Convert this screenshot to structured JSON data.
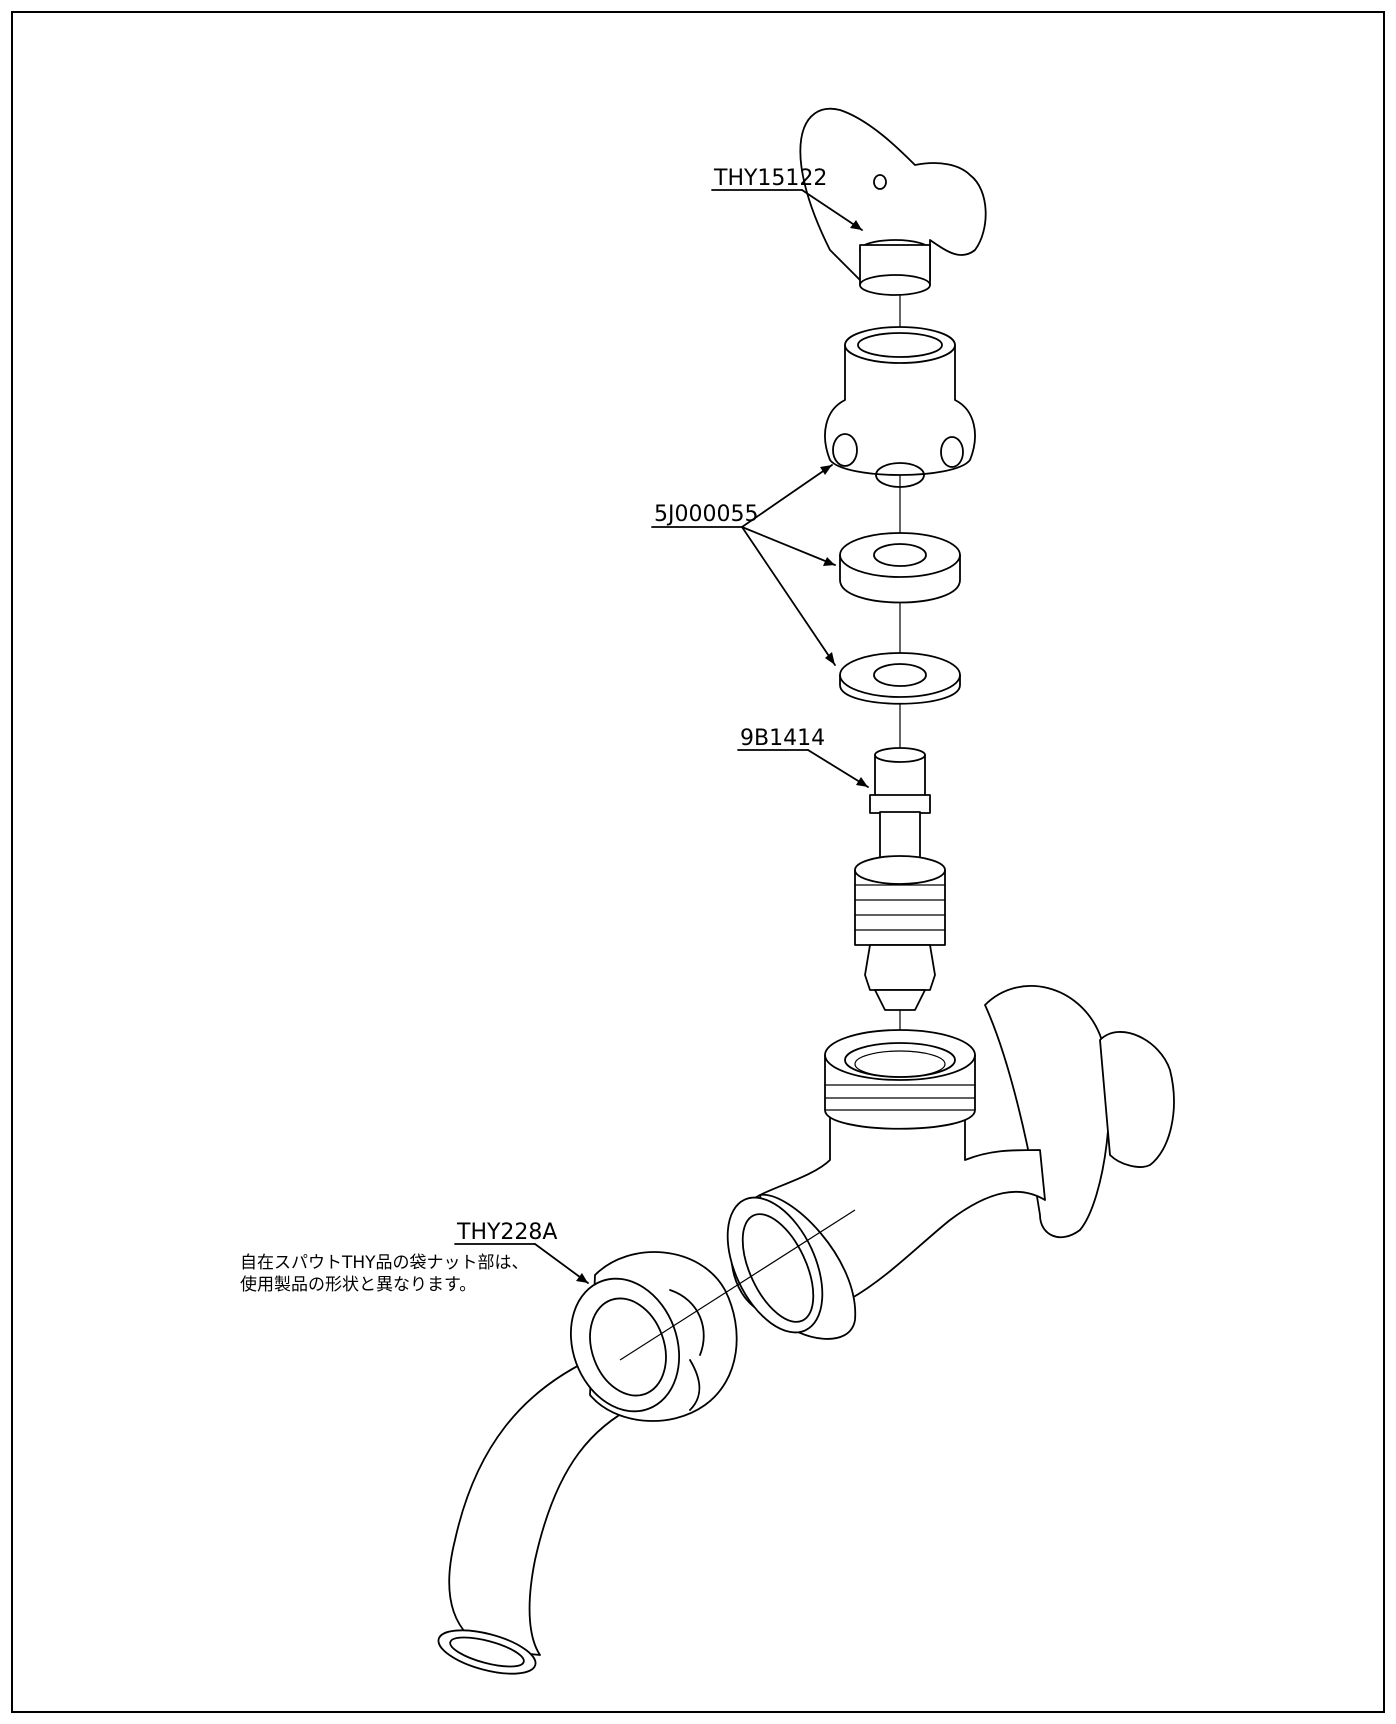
{
  "parts": [
    {
      "id": "handle",
      "label": "THY15122"
    },
    {
      "id": "cap-and-packings",
      "label": "5J000055"
    },
    {
      "id": "spindle",
      "label": "9B1414"
    },
    {
      "id": "spout-nut",
      "label": "THY228A"
    }
  ],
  "note": {
    "line1": "自在スパウトTHY品の袋ナット部は、",
    "line2": "使用製品の形状と異なります。"
  }
}
